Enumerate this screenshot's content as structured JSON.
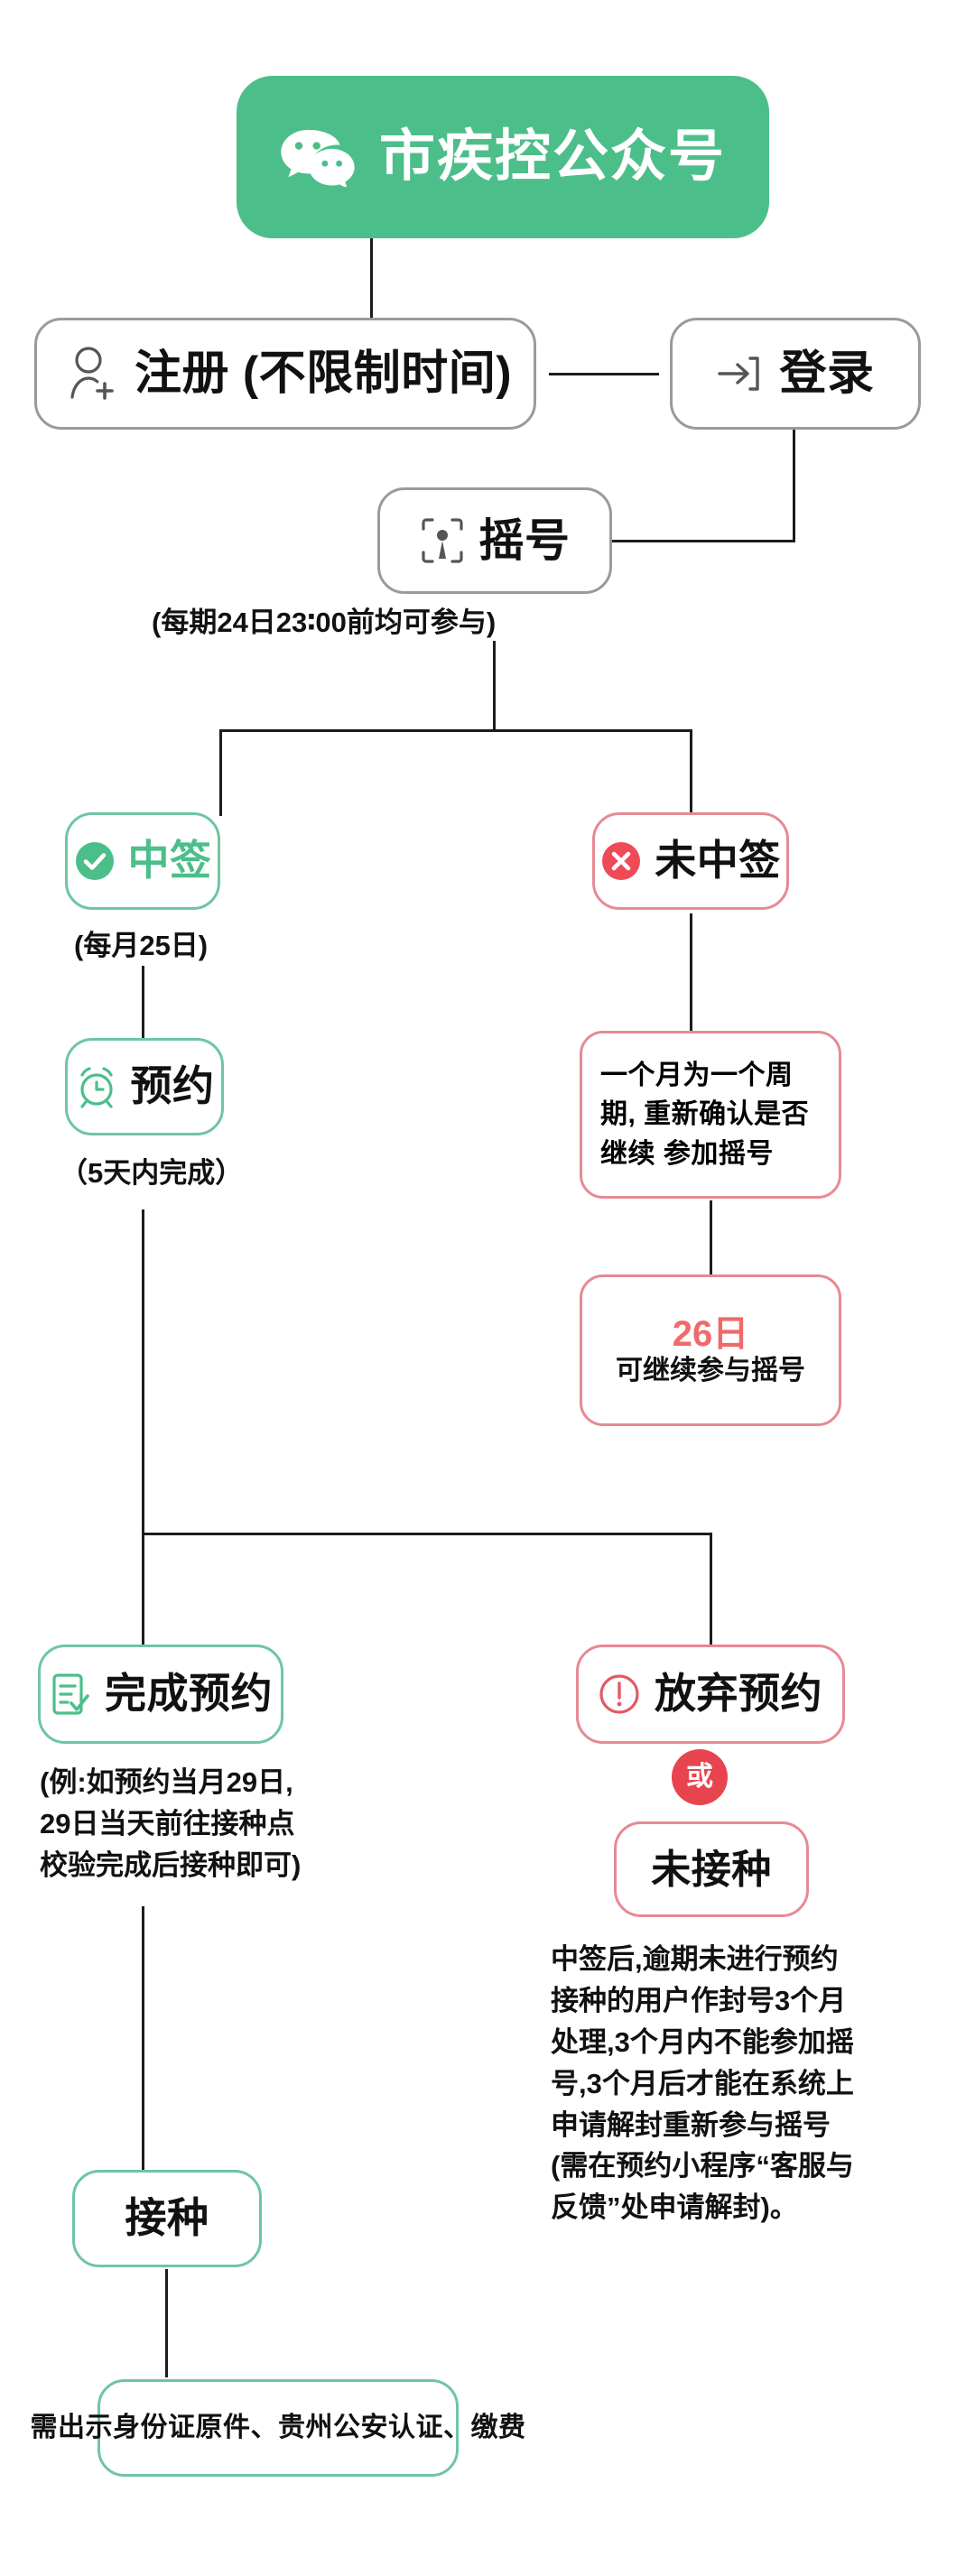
{
  "header": {
    "title": "市疾控公众号",
    "icon": "wechat-icon",
    "bg_color": "#4cbe8a",
    "text_color": "#ffffff"
  },
  "colors": {
    "green_accent": "#4cbe8a",
    "green_border": "#6ec6a0",
    "red_accent": "#ef6a6a",
    "red_border": "#e58b93",
    "or_badge_bg": "#e8444f",
    "grey_border": "#9a9a9a",
    "line": "#1c1c1c",
    "text": "#111111"
  },
  "nodes": {
    "register": {
      "label": "注册 (不限制时间)",
      "icon": "user-add-icon"
    },
    "login": {
      "label": "登录",
      "icon": "login-arrow-icon"
    },
    "lottery": {
      "label": "摇号",
      "icon": "lottery-dial-icon"
    },
    "win": {
      "label": "中签",
      "icon": "check-circle-icon"
    },
    "lose": {
      "label": "未中签",
      "icon": "cross-circle-icon"
    },
    "appointment": {
      "label": "预约",
      "icon": "alarm-clock-icon"
    },
    "cycle_note": {
      "label": "一个月为一个周期,\n重新确认是否继续\n参加摇号"
    },
    "day26": {
      "day": "26日",
      "sub": "可继续参与摇号"
    },
    "appointment_done": {
      "label": "完成预约",
      "icon": "clipboard-check-icon"
    },
    "give_up": {
      "label": "放弃预约",
      "icon": "exclamation-circle-icon"
    },
    "or_badge": {
      "label": "或"
    },
    "not_vaccinated": {
      "label": "未接种"
    },
    "vaccinate": {
      "label": "接种"
    },
    "final": {
      "label": "需出示身份证原件、贵州公安认证、缴费"
    }
  },
  "captions": {
    "lottery_note": "(每期24日23∶00前均可参与)",
    "win_note": "(每月25日)",
    "appointment_note": "（5天内完成）",
    "example_note": "(例:如预约当月29日,\n29日当天前往接种点\n校验完成后接种即可)",
    "ban_note": "中签后,逾期未进行预约\n接种的用户作封号3个月\n处理,3个月内不能参加摇\n号,3个月后才能在系统上\n申请解封重新参与摇号\n(需在预约小程序“客服与\n反馈”处申请解封)。"
  }
}
